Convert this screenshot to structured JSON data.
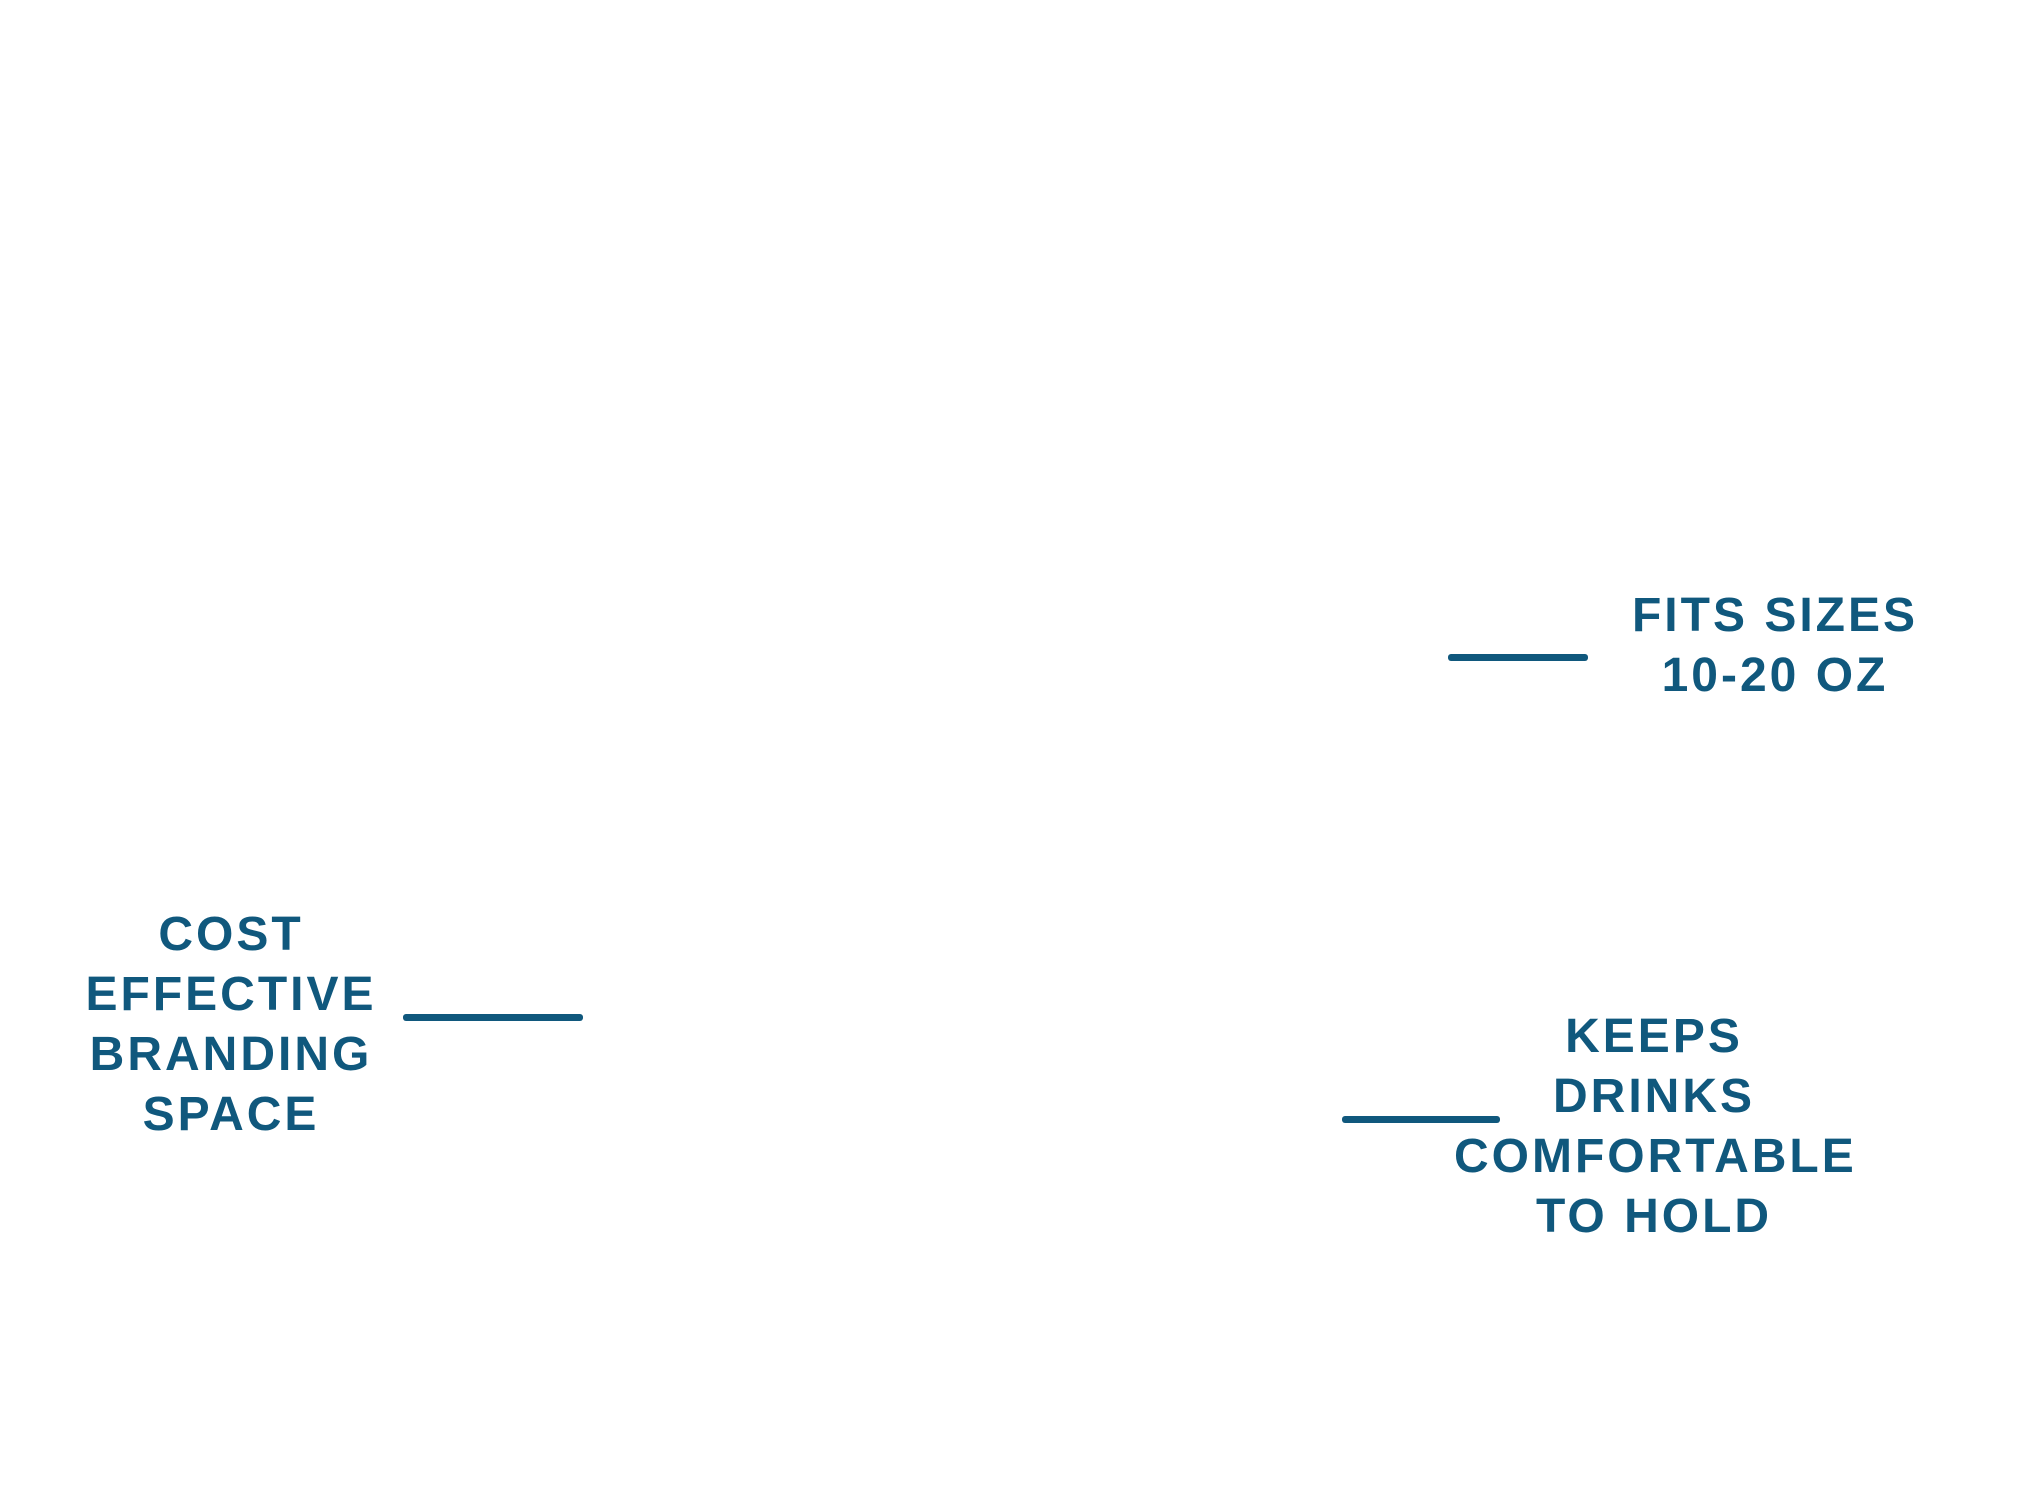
{
  "canvas": {
    "background_color": "#ffffff",
    "accent_color": "#10587d"
  },
  "callouts": [
    {
      "id": "fits-sizes",
      "lines": [
        "FITS SIZES",
        "10-20 OZ"
      ]
    },
    {
      "id": "cost-effective-branding-space",
      "lines": [
        "COST",
        "EFFECTIVE",
        "BRANDING",
        "SPACE"
      ]
    },
    {
      "id": "keeps-drinks-comfortable-to-hold",
      "lines": [
        "KEEPS",
        "DRINKS",
        "COMFORTABLE",
        "TO HOLD"
      ]
    }
  ]
}
